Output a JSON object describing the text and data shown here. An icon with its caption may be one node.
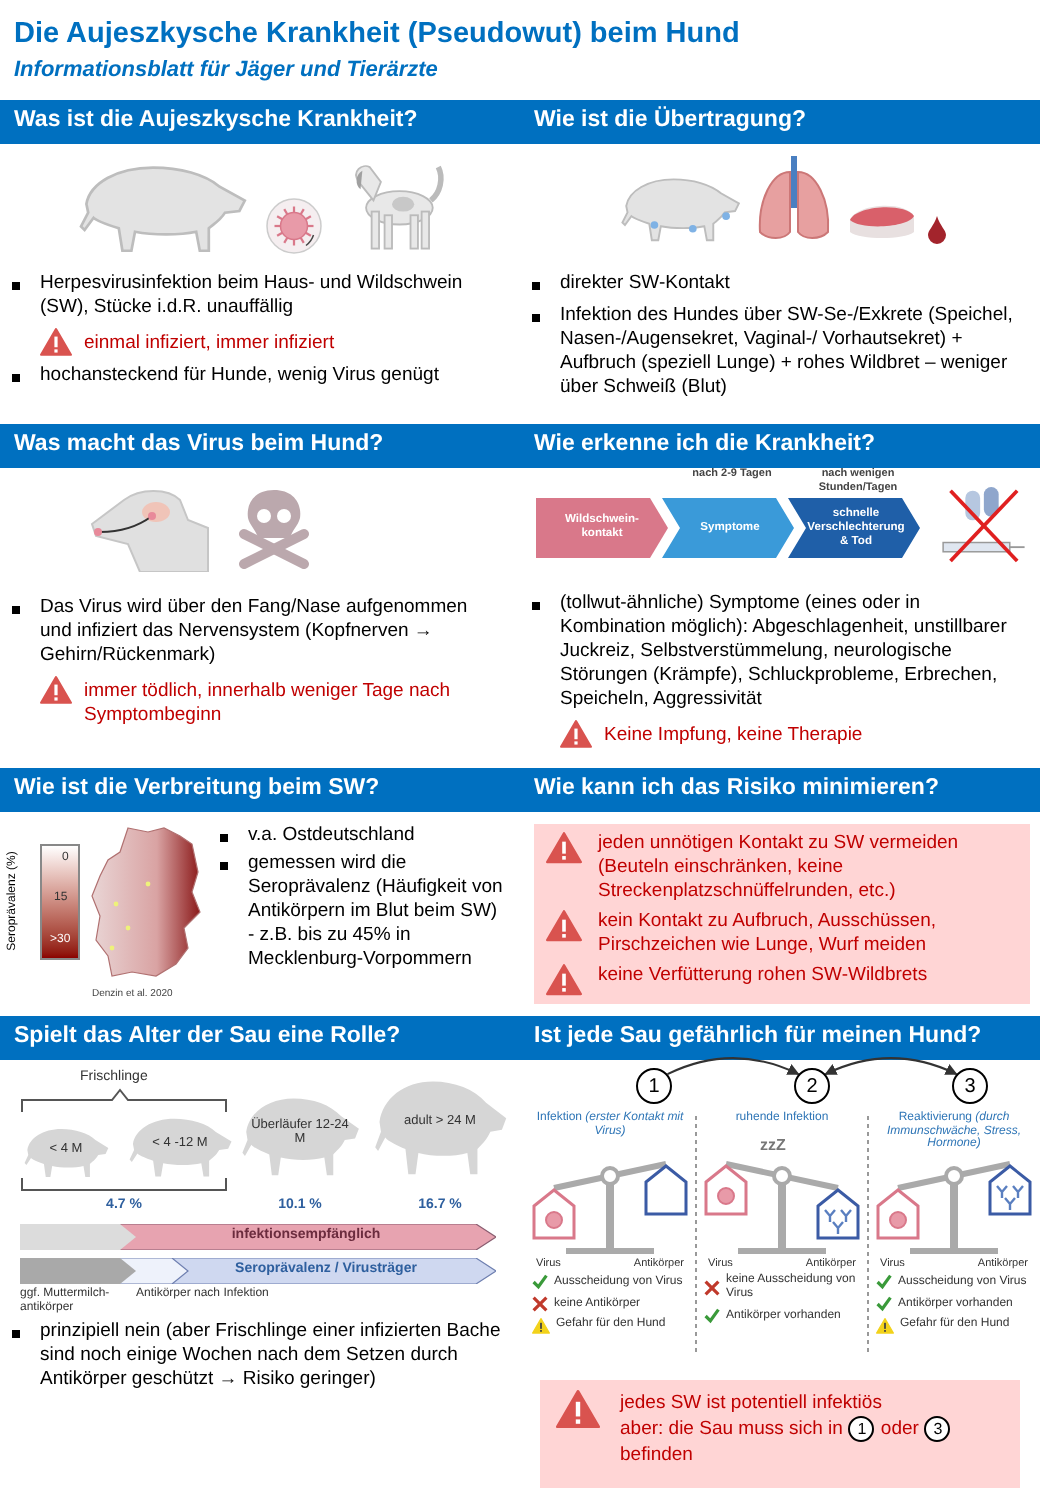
{
  "diagram": {
    "title": "Die Aujeszkysche Krankheit (Pseudowut) beim Hund",
    "nodes": [
      {
        "text": [
          "Was ist die Aujeszkysche Krankheit?",
          "Herpesvirusinfektion beim Haus- und Wildschwein (SW), Stücke i.d.R. unauffällig",
          "einmal infiziert, immer infiziert",
          "hochansteckend für Hunde, wenig Virus genügt"
        ]
      },
      {
        "text": [
          "Wie ist die Übertragung?",
          "direkter SW-Kontakt",
          "Infektion des Hundes über SW-Se-/Exkrete (Speichel, Nasen-/Augensekret, Vaginal-/ Vorhautsekret) + Aufbruch (speziell Lunge) + rohes Wildbret – weniger über Schweiß (Blut)"
        ]
      },
      {
        "text": [
          "Was macht das Virus beim Hund?",
          "Das Virus wird über den Fang/Nase aufgenommen und infiziert das Nervensystem (Kopfnerven → Gehirn/Rückenmark)",
          "immer tödlich, innerhalb weniger Tage nach Symptombeginn"
        ]
      },
      {
        "text": [
          "Wie erkenne ich die Krankheit?",
          "(tollwut-ähnliche) Symptome (eines oder in Kombination möglich): Abgeschlagenheit, unstillbarer Juckreiz, Selbstverstümmelung, neurologische Störungen (Krämpfe), Schluckprobleme, Erbrechen, Speicheln, Aggressivität",
          "Keine Impfung, keine Therapie"
        ]
      },
      {
        "text": [
          "Wildschwein- kontakt"
        ],
        "in": 3
      },
      {
        "text": [
          "Symptome"
        ],
        "in": 3,
        "beside": [
          "nach 2-9 Tagen"
        ]
      },
      {
        "text": [
          "schnelle Verschlechterung & Tod"
        ],
        "in": 3,
        "beside": [
          "nach wenigen Stunden/Tagen"
        ]
      },
      {
        "text": [
          "Wie ist die Verbreitung beim SW?",
          "v.a. Ostdeutschland",
          "gemessen wird die Seroprävalenz (Häufigkeit von Antikörpern im Blut beim SW) - z.B. bis zu 45% in Mecklenburg-Vorpommern"
        ]
      },
      {
        "text": [
          "Wie kann ich das Risiko minimieren?"
        ]
      },
      {
        "text": [
          "jeden unnötigen Kontakt zu SW vermeiden (Beuteln einschränken, keine Streckenplatzschnüffelrunden, etc.)",
          "kein Kontakt zu Aufbruch, Ausschüssen, Pirschzeichen wie Lunge, Wurf meiden",
          "keine Verfütterung rohen SW-Wildbrets"
        ],
        "in": 8
      },
      {
        "text": [
          "Spielt das Alter der Sau eine Rolle?",
          "prinzipiell nein (aber Frischlinge einer infizierten Bache sind noch einige Wochen nach dem Setzen durch Antikörper geschützt → Risiko geringer)"
        ]
      },
      {
        "text": [
          "< 4 M"
        ],
        "in": 10
      },
      {
        "text": [
          "< 4 -12 M"
        ],
        "in": 10
      },
      {
        "text": [
          "Überläufer 12-24 M"
        ],
        "in": 10,
        "beside": [
          "10.1 %"
        ]
      },
      {
        "text": [
          "adult > 24 M"
        ],
        "in": 10,
        "beside": [
          "16.7 %"
        ]
      },
      {
        "text": [
          "infektionsempfänglich"
        ],
        "in": 10
      },
      {
        "text": [
          "Seroprävalenz / Virusträger"
        ],
        "in": 10
      },
      {
        "text": [
          "Ist jede Sau gefährlich für meinen Hund?"
        ]
      },
      {
        "text": [
          "1"
        ],
        "in": 17,
        "beside": [
          "Infektion *(erster Kontakt mit Virus)*"
        ]
      },
      {
        "text": [
          "2"
        ],
        "in": 17,
        "beside": [
          "ruhende Infektion"
        ]
      },
      {
        "text": [
          "3"
        ],
        "in": 17,
        "beside": [
          "Reaktivierung *(durch Immunschwäche, Stress, Hormone)*"
        ]
      },
      {
        "text": [
          "jedes SW ist potentiell infektiös",
          "aber: die Sau muss sich in",
          "oder",
          "befinden"
        ],
        "in": 17
      },
      {
        "text": [
          "1"
        ],
        "in": 21
      },
      {
        "text": [
          "3"
        ],
        "in": 21
      }
    ],
    "edges": [
      {
        "from": 18,
        "to": 19,
        "arrow": "to"
      },
      {
        "from": 19,
        "to": 20,
        "arrow": "both"
      }
    ],
    "labels": [
      "Informationsblatt für Jäger und Tierärzte",
      "Seroprävalenz (%)",
      "0",
      "15",
      ">30",
      "Denzin et al. 2020",
      "Frischlinge",
      "4.7 %",
      "ggf. Muttermilch- antikörper",
      "Antikörper nach Infektion",
      "zzZ",
      "Virus",
      "Antikörper",
      "Virus",
      "Antikörper",
      "Virus",
      "Antikörper",
      "Ausscheidung von Virus",
      "keine Antikörper",
      "Gefahr für den Hund",
      "keine Ausscheidung von Virus",
      "Antikörper vorhanden",
      "Ausscheidung von Virus",
      "Antikörper vorhanden",
      "Gefahr für den Hund"
    ]
  }
}
